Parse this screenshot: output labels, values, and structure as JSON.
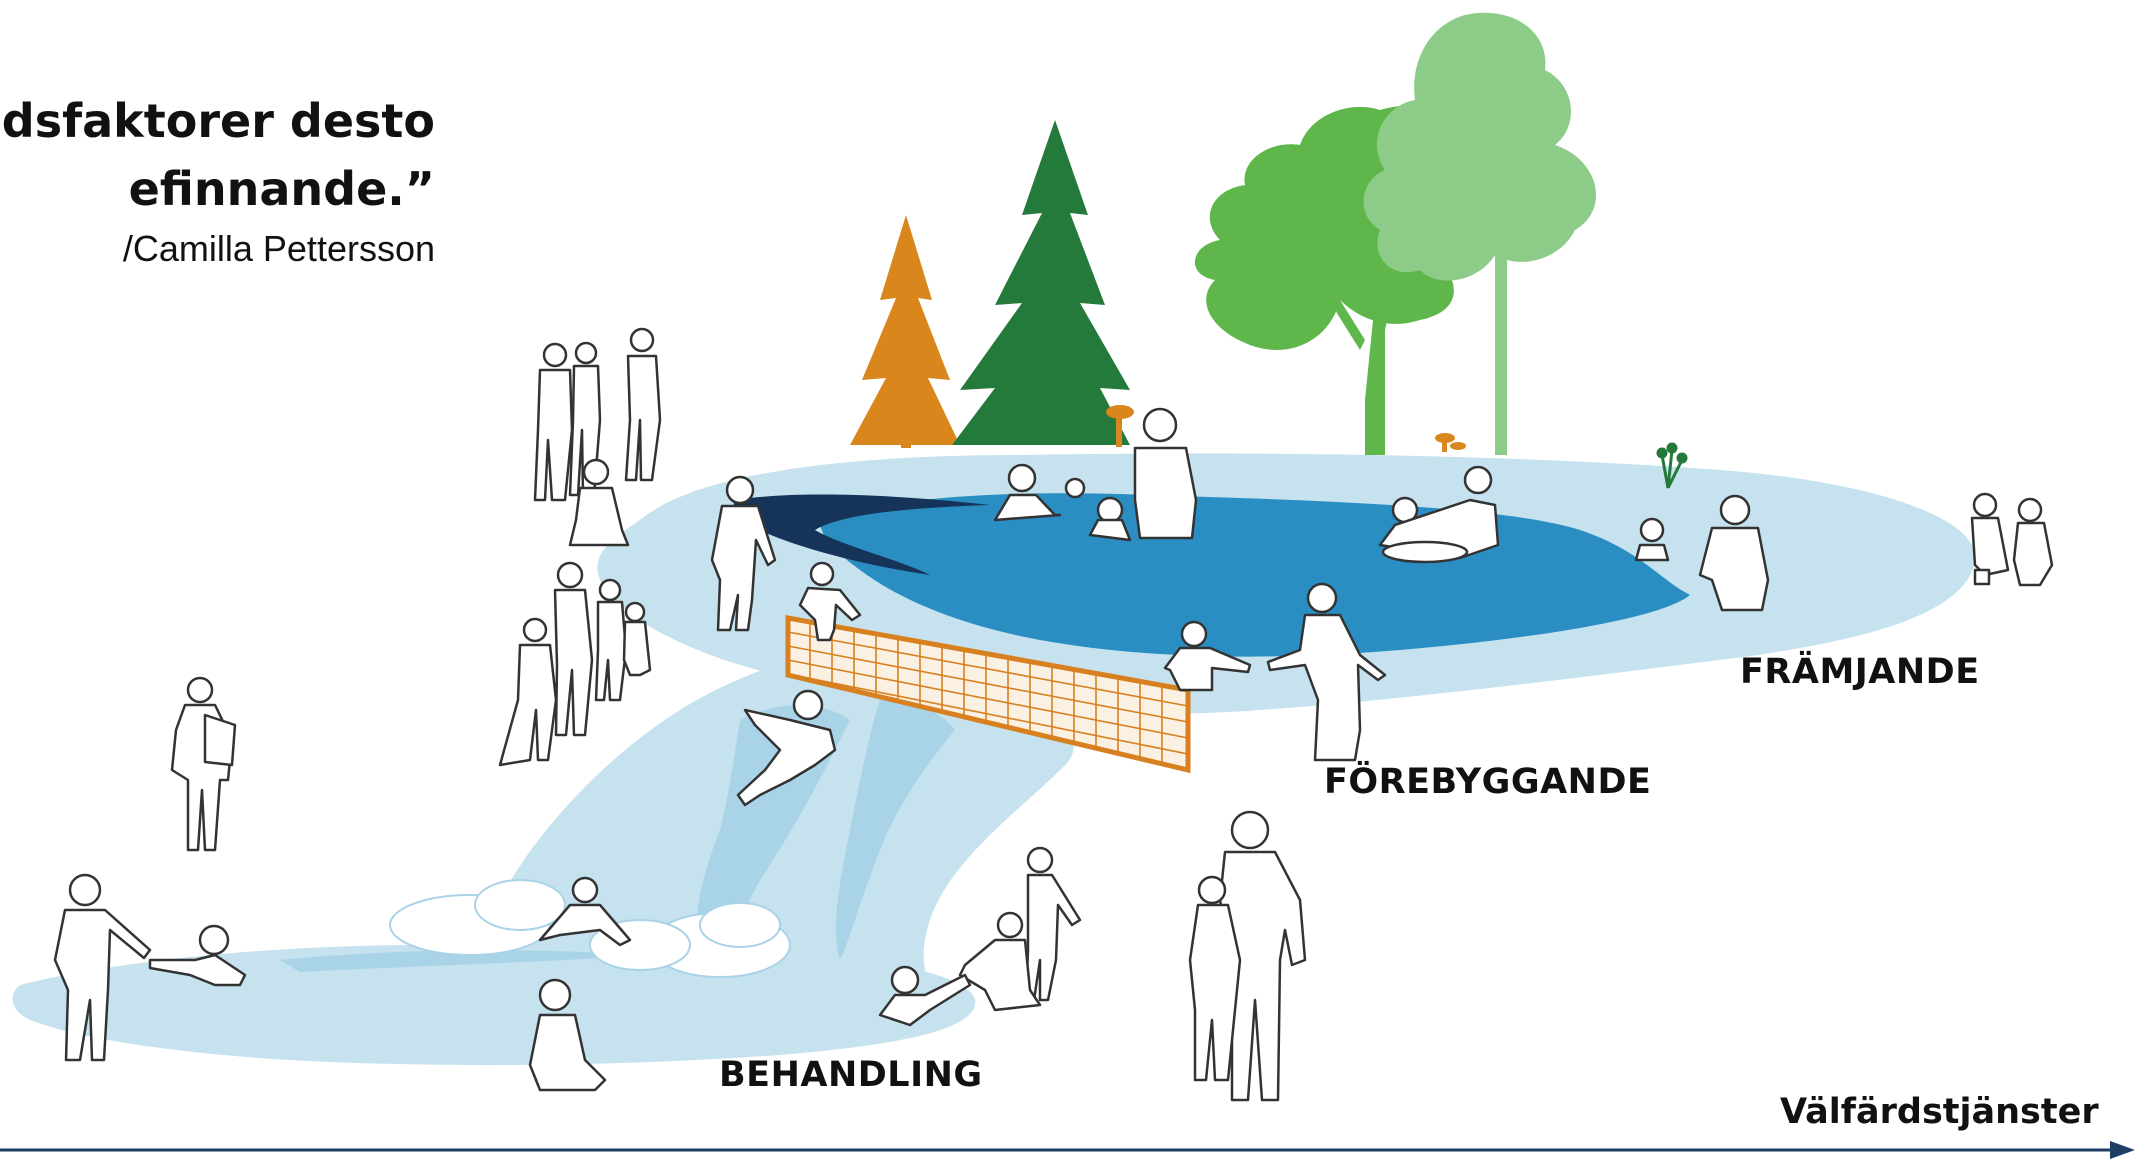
{
  "quote": {
    "line1": "yddsfaktorer desto",
    "line2": "efinnande.”",
    "author": "/Camilla Pettersson"
  },
  "stages": {
    "promoting": "FRÄMJANDE",
    "preventive": "FÖREBYGGANDE",
    "treatment": "BEHANDLING"
  },
  "axis": {
    "label": "Välfärdstjänster"
  },
  "colors": {
    "water_light": "#c5e2ee",
    "water_mid": "#a9d3e6",
    "water_deep": "#2b8ec3",
    "water_dark": "#16335a",
    "tree_orange": "#d9861c",
    "tree_darkgreen": "#237a3a",
    "tree_green": "#5fb64a",
    "tree_lightgreen": "#8ccc88",
    "net_orange": "#d8801f",
    "axis_arrow": "#1d3f66"
  },
  "icons": {
    "trees": [
      "spruce-orange-icon",
      "spruce-darkgreen-icon",
      "pine-green-icon",
      "pine-lightgreen-icon"
    ],
    "mushrooms": [
      "mushroom-icon",
      "mushroom-icon",
      "plant-icon"
    ],
    "net": "volleyball-net-icon",
    "arrow": "arrow-right-icon"
  }
}
